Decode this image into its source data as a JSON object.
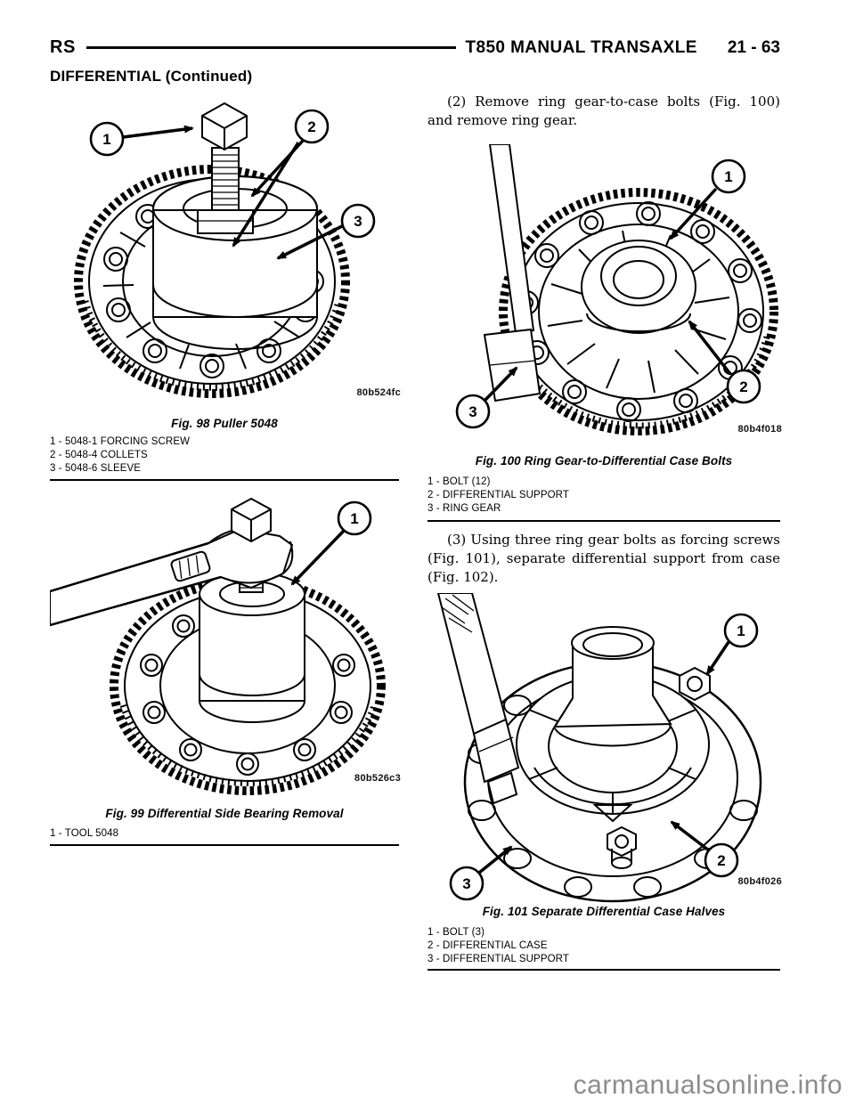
{
  "header": {
    "doc_code": "RS",
    "title": "T850 MANUAL TRANSAXLE",
    "page_number": "21 - 63",
    "section_heading": "DIFFERENTIAL (Continued)"
  },
  "left_column": {
    "fig98": {
      "caption": "Fig. 98 Puller 5048",
      "code": "80b524fc",
      "callouts": [
        "1",
        "2",
        "3"
      ],
      "legend": [
        "1 - 5048-1 FORCING SCREW",
        "2 - 5048-4 COLLETS",
        "3 - 5048-6 SLEEVE"
      ]
    },
    "fig99": {
      "caption": "Fig. 99 Differential Side Bearing Removal",
      "code": "80b526c3",
      "callouts": [
        "1"
      ],
      "legend": [
        "1 - TOOL 5048"
      ]
    }
  },
  "right_column": {
    "para_step2": "(2) Remove ring gear-to-case bolts (Fig. 100) and remove ring gear.",
    "fig100": {
      "caption": "Fig. 100 Ring Gear-to-Differential Case Bolts",
      "code": "80b4f018",
      "callouts": [
        "1",
        "2",
        "3"
      ],
      "legend": [
        "1 - BOLT (12)",
        "2 - DIFFERENTIAL SUPPORT",
        "3 - RING GEAR"
      ]
    },
    "para_step3": "(3) Using three ring gear bolts as forcing screws (Fig. 101), separate differential support from case (Fig. 102).",
    "fig101": {
      "caption": "Fig. 101 Separate Differential Case Halves",
      "code": "80b4f026",
      "callouts": [
        "1",
        "2",
        "3"
      ],
      "legend": [
        "1 - BOLT (3)",
        "2 - DIFFERENTIAL CASE",
        "3 - DIFFERENTIAL SUPPORT"
      ]
    }
  },
  "watermark": "carmanualsonline.info",
  "colors": {
    "ink": "#000000",
    "paper": "#ffffff",
    "watermark_gray": "#8c8c8c"
  }
}
